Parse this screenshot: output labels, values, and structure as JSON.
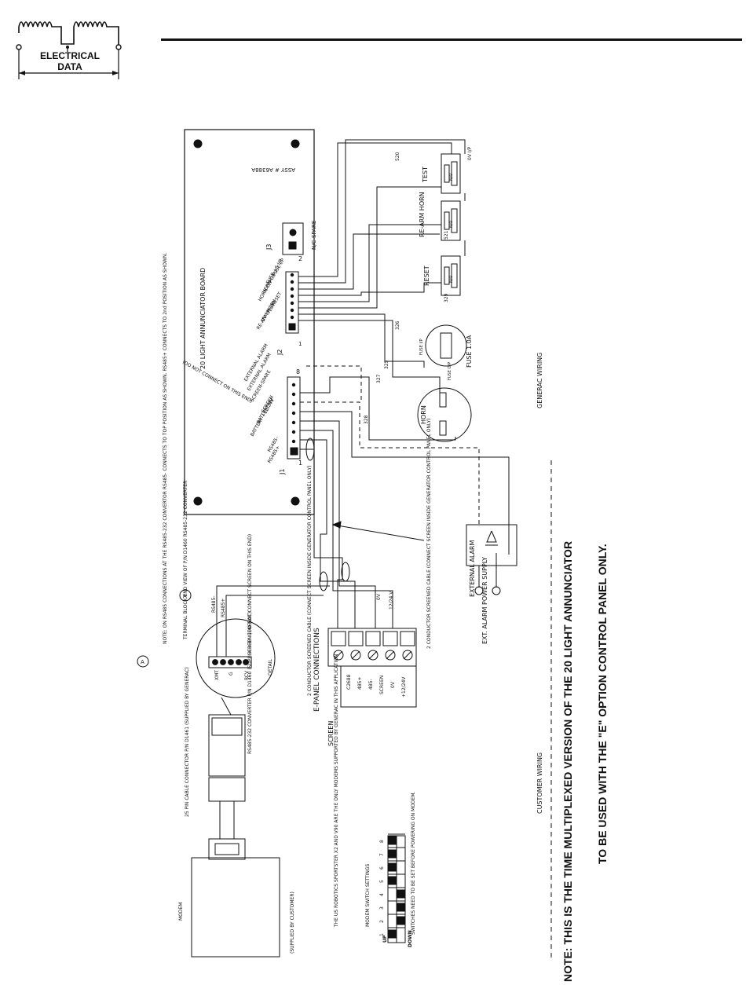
{
  "header": {
    "title_line1": "ELECTRICAL",
    "title_line2": "DATA"
  },
  "note": {
    "line1": "NOTE:   THIS IS THE TIME MULTIPLEXED VERSION OF THE 20 LIGHT ANNUNCIATOR",
    "line2": "TO BE USED WITH THE \"E\" OPTION CONTROL PANEL ONLY."
  },
  "board": {
    "title": "20 LIGHT ANNUNCIATOR BOARD",
    "assy": "ASSY # A6388A",
    "j1": "J1",
    "j2": "J2",
    "j3": "J3",
    "j3_label": "N/C-SPARE",
    "j1_pins": [
      "RS485+",
      "RS485-",
      "BATTERY +12/24V",
      "BATTERY 0V",
      "SCREEN",
      "SCREEN-SPARE",
      "EXTERNAL ALARM",
      "EXTERNAL ALARM"
    ],
    "j1_note": "(DO NOT CONNECT ON THIS END)",
    "j2_pins": [
      "RE-ARM HORN",
      "0V I/P",
      "TEST",
      "RESET",
      "HORN O/P-",
      "HORN O/P+",
      "FUSE +5 I/P",
      "FUSE I/P"
    ],
    "pin_one": "1",
    "pin_two": "2",
    "pin_eight": "8"
  },
  "switches": {
    "test": "TEST",
    "rearm": "RE-ARM HORN",
    "reset": "RESET",
    "contact": "N/O",
    "ov_ip": "0V I/P",
    "tst": "TEST"
  },
  "wires": {
    "w520": "520",
    "w521": "521",
    "w329": "329",
    "w326": "326",
    "w325": "325",
    "w327": "327",
    "w328": "328",
    "w0": "0"
  },
  "fuse": {
    "label": "FUSE 1.0A",
    "fuse_ip": "FUSE I/P",
    "fuse_op": "FUSE O/P"
  },
  "horn": {
    "label": "HORN"
  },
  "alarm": {
    "external": "EXTERNAL ALARM",
    "supply": "EXT. ALARM POWER SUPPLY"
  },
  "wiring": {
    "generac": "GENERAC WIRING",
    "customer": "CUSTOMER WIRING"
  },
  "epanel": {
    "title": "E-PANEL CONNECTIONS",
    "part": "C2688",
    "terms": [
      "485+",
      "485-",
      "SCREEN",
      "0V",
      "+12/24V"
    ],
    "wire_0v": "0V",
    "wire_12v": "12/24 V",
    "screen": "SCREEN"
  },
  "cables": {
    "cable1": "2 CONDUCTOR SCREENED CABLE (CONNECT SCREEN INSIDE GENERATOR CONTROL PANEL ONLY)",
    "cable2": "2 CONDUCTOR SCREENED CABLE (CONNECT SCREEN INSIDE GENERATOR CONTROL PANEL ONLY)"
  },
  "detail": {
    "note": "NOTE: ON RS485 CONNECTIONS AT THE RS485-232 CONVERTOR RS485- CONNECTS TO TOP POSITION AS SHOWN. RS485+ CONNECTS TO 2nd POSITION AS SHOWN.",
    "block": "TERMINAL BLOCK END VIEW OF P/N D1460 RS485-232 CONVERTER",
    "dnc": "SCREEN (DO NOT CONNECT SCREEN ON THIS END)",
    "rs485m": "RS485-",
    "rs485p": "RS485+",
    "xmt": "XMT",
    "g": "G",
    "rcv": "RCV",
    "detail": "DETAIL",
    "a": "A"
  },
  "converter": {
    "label": "RS485-232 CONVERTER P/N D1460 (SUPPLIED BY GENERAC)",
    "connector": "25 PIN CABLE CONNECTOR P/N D1461 (SUPPLIED BY GENERAC)"
  },
  "modem": {
    "label": "MODEM",
    "supplied": "(SUPPLIED BY CUSTOMER)",
    "note": "THE US ROBOTICS SPORTSTER X2 AND V90 ARE THE ONLY MODEMS SUPPORTED BY GENERAC IN THIS APPLICATION",
    "settings": "MODEM SWITCH SETTINGS",
    "nums": [
      "1",
      "2",
      "3",
      "4",
      "5",
      "6",
      "7",
      "8"
    ],
    "up": "UP",
    "down": "DOWN",
    "footer": "SWITCHES NEED TO BE SET BEFORE POWERING ON MODEM.",
    "states": [
      "up",
      "down",
      "down",
      "down",
      "up",
      "up",
      "up",
      "up"
    ]
  }
}
